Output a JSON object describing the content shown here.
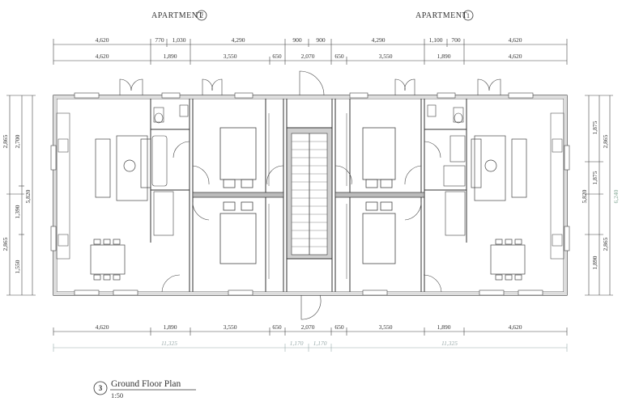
{
  "headers": {
    "apartment_left": "APARTMENT",
    "apartment_left_no": "2",
    "apartment_right": "APARTMENT",
    "apartment_right_no": "1"
  },
  "dims_top_row1": [
    "4,620",
    "770",
    "1,030",
    "4,290",
    "900",
    "900",
    "4,290",
    "1,100",
    "700",
    "4,620"
  ],
  "dims_top_row2": [
    "4,620",
    "1,890",
    "3,550",
    "650",
    "2,070",
    "650",
    "3,550",
    "1,890",
    "4,620"
  ],
  "dims_bottom_row1": [
    "4,620",
    "1,890",
    "3,550",
    "650",
    "2,070",
    "650",
    "3,550",
    "1,890",
    "4,620"
  ],
  "dims_bottom_row2": [
    "11,325",
    "1,170",
    "1,170",
    "11,325"
  ],
  "dims_left": [
    "2,865",
    "2,700",
    "1,390",
    "5,820",
    "2,865",
    "1,550"
  ],
  "dims_right": [
    "1,875",
    "2,865",
    "1,875",
    "5,820",
    "6,240",
    "1,890",
    "2,865"
  ],
  "caption": {
    "number": "3",
    "title": "Ground Floor Plan",
    "scale": "1:50"
  }
}
